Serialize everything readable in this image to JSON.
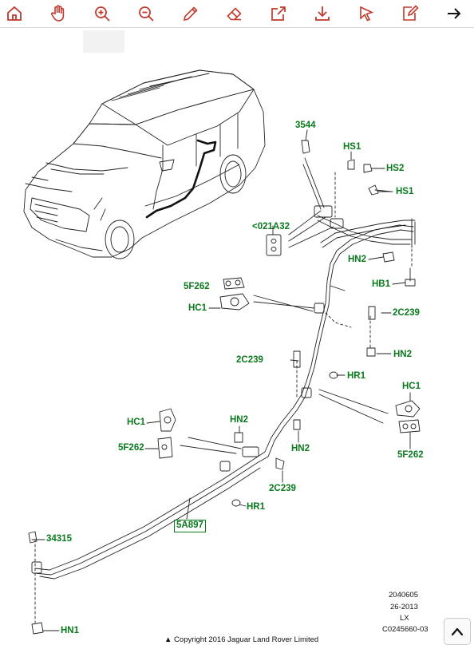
{
  "toolbar": {
    "items": [
      "home-icon",
      "pan-hand-icon",
      "zoom-in-icon",
      "zoom-out-icon",
      "pen-icon",
      "eraser-icon",
      "open-external-icon",
      "download-icon",
      "select-cursor-icon",
      "edit-note-icon",
      "arrow-right-icon"
    ],
    "accent_color": "#c0392b"
  },
  "callouts": {
    "c3544": "3544",
    "hs1_top": "HS1",
    "hs2": "HS2",
    "hs1_right": "HS1",
    "c021a32": "<021A32",
    "hn2_upper": "HN2",
    "hb1": "HB1",
    "f262_left_top": "5F262",
    "hc1_left_top": "HC1",
    "c2c239_right": "2C239",
    "hn2_right": "HN2",
    "c2c239_mid": "2C239",
    "hr1_mid": "HR1",
    "hc1_right": "HC1",
    "hc1_left_bottom": "HC1",
    "hn2_center": "HN2",
    "hn2_center_right": "HN2",
    "f262_right": "5F262",
    "f262_left_bottom": "5F262",
    "c2c239_bottom": "2C239",
    "hr1_bottom": "HR1",
    "c5a897": "5A897",
    "c34315": "34315",
    "hn1": "HN1"
  },
  "meta": {
    "code1": "2040605",
    "date": "26-2013",
    "variant": "LX",
    "ref": "C0245660-03",
    "copyright": "Copyright  2016  Jaguar Land Rover Limited"
  },
  "colors": {
    "callout": "#0a7a1d",
    "line": "#222222"
  }
}
